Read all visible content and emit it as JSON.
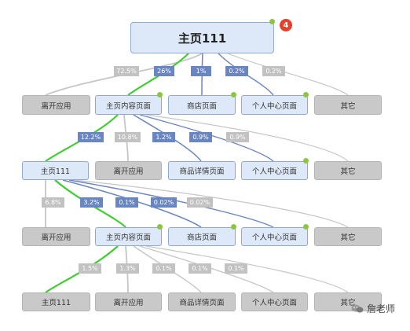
{
  "root": {
    "label": "主页111",
    "badge_count": "4"
  },
  "level1": {
    "edges": [
      "72.5%",
      "26%",
      "1%",
      "0.2%",
      "0.2%"
    ],
    "nodes": [
      "离开应用",
      "主页内容页面",
      "商店页面",
      "个人中心页面",
      "其它"
    ]
  },
  "level2": {
    "edges": [
      "12.2%",
      "10.8%",
      "1.2%",
      "0.9%",
      "0.9%"
    ],
    "nodes": [
      "主页111",
      "离开应用",
      "商品详情页面",
      "个人中心页面",
      "其它"
    ]
  },
  "level3": {
    "edges": [
      "6.8%",
      "3.2%",
      "0.1%",
      "0.02%",
      "0.02%"
    ],
    "nodes": [
      "离开应用",
      "主页内容页面",
      "商店页面",
      "个人中心页面",
      "其它"
    ]
  },
  "level4": {
    "edges": [
      "1.5%",
      "1.3%",
      "0.1%",
      "0.1%",
      "0.1%"
    ],
    "nodes": [
      "主页111",
      "离开应用",
      "商品详情页面",
      "个人中心页面",
      "其它"
    ]
  },
  "watermark": {
    "text": "詹老师"
  },
  "colors": {
    "highlight_edge": "#3fcd2f",
    "blue_edge": "#6a86c2",
    "gray_edge": "#c6c6c6",
    "blue_node": "#dde9f9",
    "gray_node": "#c9c9c9",
    "dot": "#8cc63f",
    "count_badge": "#e5412b"
  }
}
